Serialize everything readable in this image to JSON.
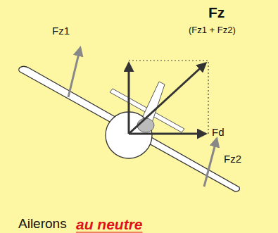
{
  "diagram": {
    "labels": [
      "Fz",
      "(Fz1 + Fz2)",
      "Fz1",
      "Fd",
      "Fz2",
      "Ailerons",
      "au neutre"
    ]
  }
}
